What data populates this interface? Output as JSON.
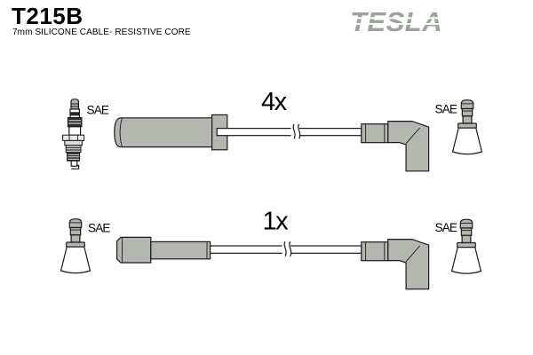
{
  "page": {
    "background": "#ffffff"
  },
  "header": {
    "part_number": "T215B",
    "description": "7mm SILICONE CABLE- RESISTIVE CORE",
    "brand": "TESLA",
    "brand_color": "#9ba49b"
  },
  "diagram": {
    "outline_color": "#1a1a1a",
    "boot_fill_color": "#b3b7af",
    "rows": [
      {
        "quantity": "4x",
        "left_terminal_label": "SAE",
        "right_terminal_label": "SAE",
        "left_end_icon": "spark-plug-icon",
        "boot_icon": "straight-boot-icon",
        "right_end_icon": "elbow-boot-icon",
        "right_terminal_icon": "coil-terminal-icon"
      },
      {
        "quantity": "1x",
        "left_terminal_label": "SAE",
        "right_terminal_label": "SAE",
        "left_end_icon": "coil-terminal-icon",
        "boot_icon": "stepped-boot-icon",
        "right_end_icon": "elbow-boot-icon",
        "right_terminal_icon": "coil-terminal-icon"
      }
    ]
  }
}
